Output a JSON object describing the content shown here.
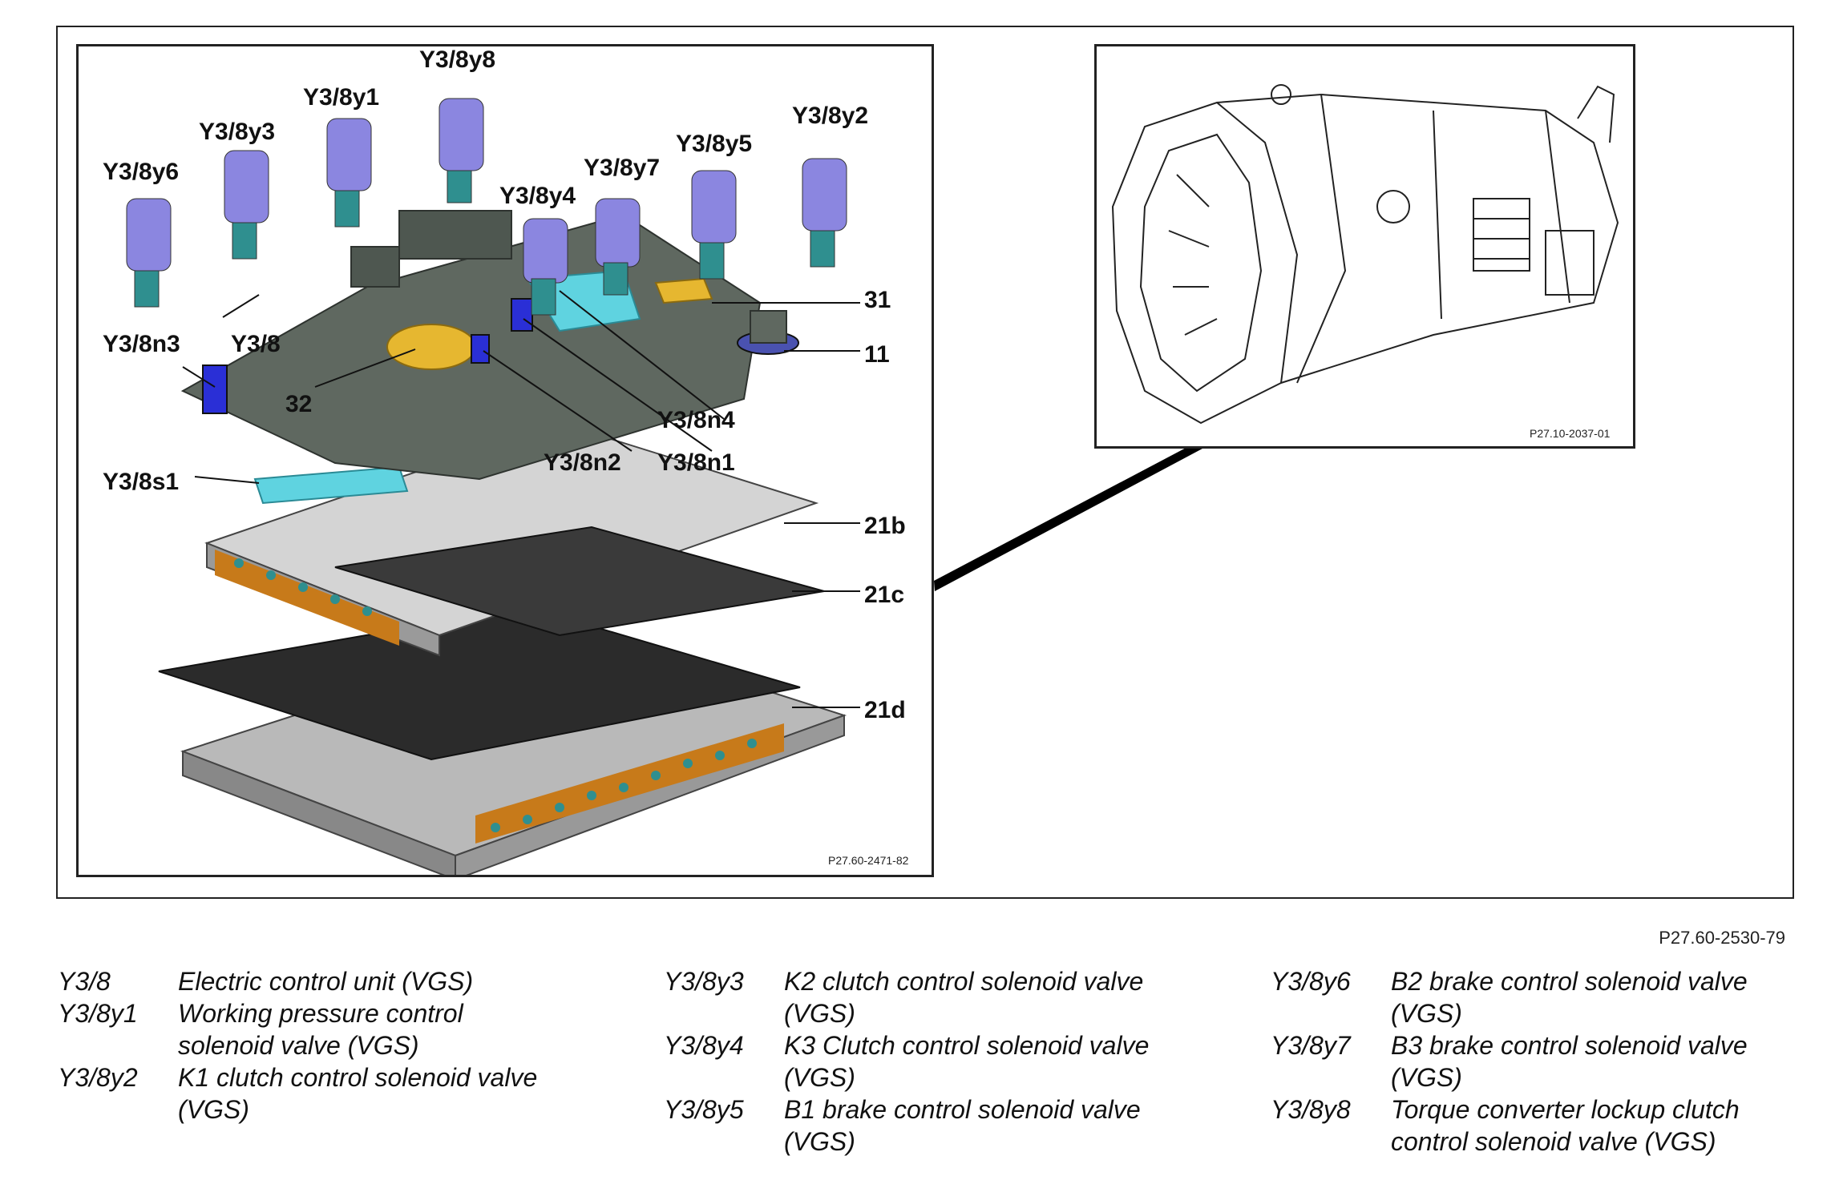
{
  "figure_id": "P27.60-2530-79",
  "left_panel": {
    "code": "P27.60-2471-82",
    "callouts": {
      "y3_8y8": "Y3/8y8",
      "y3_8y1": "Y3/8y1",
      "y3_8y3": "Y3/8y3",
      "y3_8y2": "Y3/8y2",
      "y3_8y6": "Y3/8y6",
      "y3_8y7": "Y3/8y7",
      "y3_8y5": "Y3/8y5",
      "y3_8y4": "Y3/8y4",
      "n31": "31",
      "n11": "11",
      "y3_8n3": "Y3/8n3",
      "y3_8": "Y3/8",
      "n32": "32",
      "y3_8n4": "Y3/8n4",
      "y3_8n2": "Y3/8n2",
      "y3_8n1": "Y3/8n1",
      "y3_8s1": "Y3/8s1",
      "n21b": "21b",
      "n21c": "21c",
      "n21d": "21d"
    }
  },
  "right_panel": {
    "code": "P27.10-2037-01"
  },
  "legend": [
    [
      {
        "code": "Y3/8",
        "text": "Electric control unit (VGS)"
      },
      {
        "code": "Y3/8y1",
        "text": "Working pressure control solenoid valve (VGS)"
      },
      {
        "code": "Y3/8y2",
        "text": "K1 clutch control solenoid valve (VGS)"
      }
    ],
    [
      {
        "code": "Y3/8y3",
        "text": "K2 clutch control solenoid valve (VGS)"
      },
      {
        "code": "Y3/8y4",
        "text": "K3 Clutch control solenoid valve (VGS)"
      },
      {
        "code": "Y3/8y5",
        "text": "B1 brake control solenoid valve (VGS)"
      }
    ],
    [
      {
        "code": "Y3/8y6",
        "text": "B2 brake control solenoid valve (VGS)"
      },
      {
        "code": "Y3/8y7",
        "text": "B3 brake control solenoid valve (VGS)"
      },
      {
        "code": "Y3/8y8",
        "text": "Torque converter lockup clutch control solenoid valve (VGS)"
      }
    ]
  ],
  "colors": {
    "solenoid_body": "#8b86e0",
    "solenoid_base": "#2f8f8f",
    "housing": "#5f6860",
    "plate": "#d8d8d8",
    "gasket": "#2b2b2b",
    "connector": "#c77a1a",
    "cyan_part": "#5fd3e0",
    "yellow_part": "#e6b730",
    "blue_part": "#2a2fd6"
  }
}
